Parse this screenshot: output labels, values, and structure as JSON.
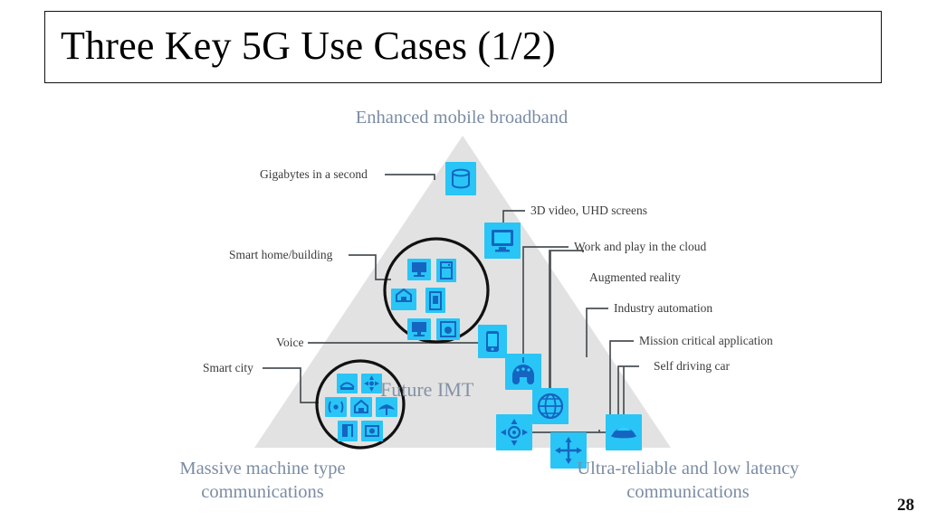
{
  "slide": {
    "title": "Three Key 5G Use Cases (1/2)",
    "page_number": "28"
  },
  "diagram": {
    "center_label": "Future IMT",
    "corners": {
      "top": "Enhanced mobile broadband",
      "bottom_left": "Massive machine type communications",
      "bottom_left_line1": "Massive machine type",
      "bottom_left_line2": "communications",
      "bottom_right": "Ultra-reliable and low latency communications",
      "bottom_right_line1": "Ultra-reliable and low latency",
      "bottom_right_line2": "communications"
    },
    "colors": {
      "triangle_fill": "#e2e2e2",
      "icon_tile": "#29c5f6",
      "icon_glyph": "#1565c0",
      "connector": "#4a5054",
      "corner_text": "#7b8ca3",
      "callout_text": "#3b3b3b",
      "circle_stroke": "#111111"
    },
    "callouts_left": [
      {
        "id": "gigabytes",
        "label": "Gigabytes in a second",
        "icon": "database-cylinder-icon"
      },
      {
        "id": "smart-home",
        "label": "Smart home/building",
        "icon": "smart-home-cluster-icon"
      },
      {
        "id": "voice",
        "label": "Voice",
        "icon": "smartphone-icon"
      },
      {
        "id": "smart-city",
        "label": "Smart city",
        "icon": "smart-city-cluster-icon"
      }
    ],
    "callouts_right": [
      {
        "id": "3d-video",
        "label": "3D video, UHD screens",
        "icon": "monitor-icon"
      },
      {
        "id": "work-play-cloud",
        "label": "Work and play in the cloud",
        "icon": "vr-headset-icon"
      },
      {
        "id": "augmented-reality",
        "label": "Augmented reality",
        "icon": "globe-icon"
      },
      {
        "id": "industry-automation",
        "label": "Industry automation",
        "icon": "four-arrows-icon"
      },
      {
        "id": "mission-critical",
        "label": "Mission critical application",
        "icon": "robot-node-icon"
      },
      {
        "id": "self-driving-car",
        "label": "Self driving car",
        "icon": "car-icon"
      }
    ],
    "cluster_upper_icons": [
      "monitor-icon",
      "appliance-icon",
      "house-icon",
      "building-icon",
      "tv-icon",
      "washer-icon"
    ],
    "cluster_lower_icons": [
      "bridge-icon",
      "fan-sensor-icon",
      "signal-wave-icon",
      "house-icon",
      "tree-antenna-icon",
      "door-icon",
      "camera-icon"
    ]
  }
}
